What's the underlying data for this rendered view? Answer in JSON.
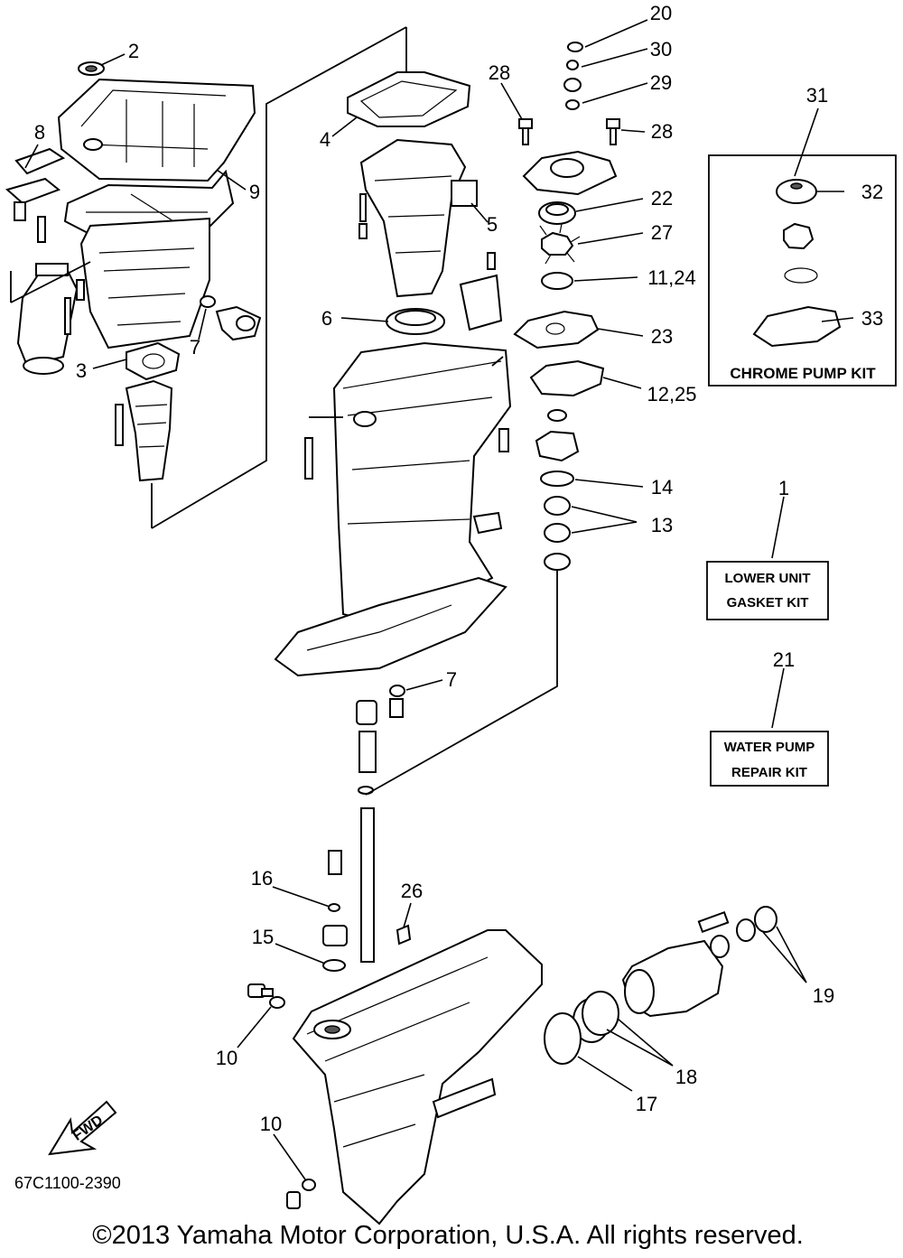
{
  "callouts": {
    "c1": "1",
    "c2": "2",
    "c3": "3",
    "c4": "4",
    "c5": "5",
    "c6": "6",
    "c7a": "7",
    "c7b": "7",
    "c8": "8",
    "c9": "9",
    "c10a": "10",
    "c10b": "10",
    "c11_24": "11,24",
    "c12_25": "12,25",
    "c13": "13",
    "c14": "14",
    "c15": "15",
    "c16": "16",
    "c17": "17",
    "c18": "18",
    "c19": "19",
    "c20": "20",
    "c21": "21",
    "c22": "22",
    "c23": "23",
    "c26": "26",
    "c27": "27",
    "c28a": "28",
    "c28b": "28",
    "c29": "29",
    "c30": "30",
    "c31": "31",
    "c32": "32",
    "c33": "33"
  },
  "kits": {
    "chrome_pump_title": "CHROME PUMP KIT",
    "lower_unit_line1": "LOWER UNIT",
    "lower_unit_line2": "GASKET KIT",
    "water_pump_line1": "WATER PUMP",
    "water_pump_line2": "REPAIR KIT"
  },
  "fwd_label": "FWD",
  "drawing_number": "67C1100-2390",
  "copyright": "©2013 Yamaha Motor Corporation, U.S.A. All rights reserved."
}
